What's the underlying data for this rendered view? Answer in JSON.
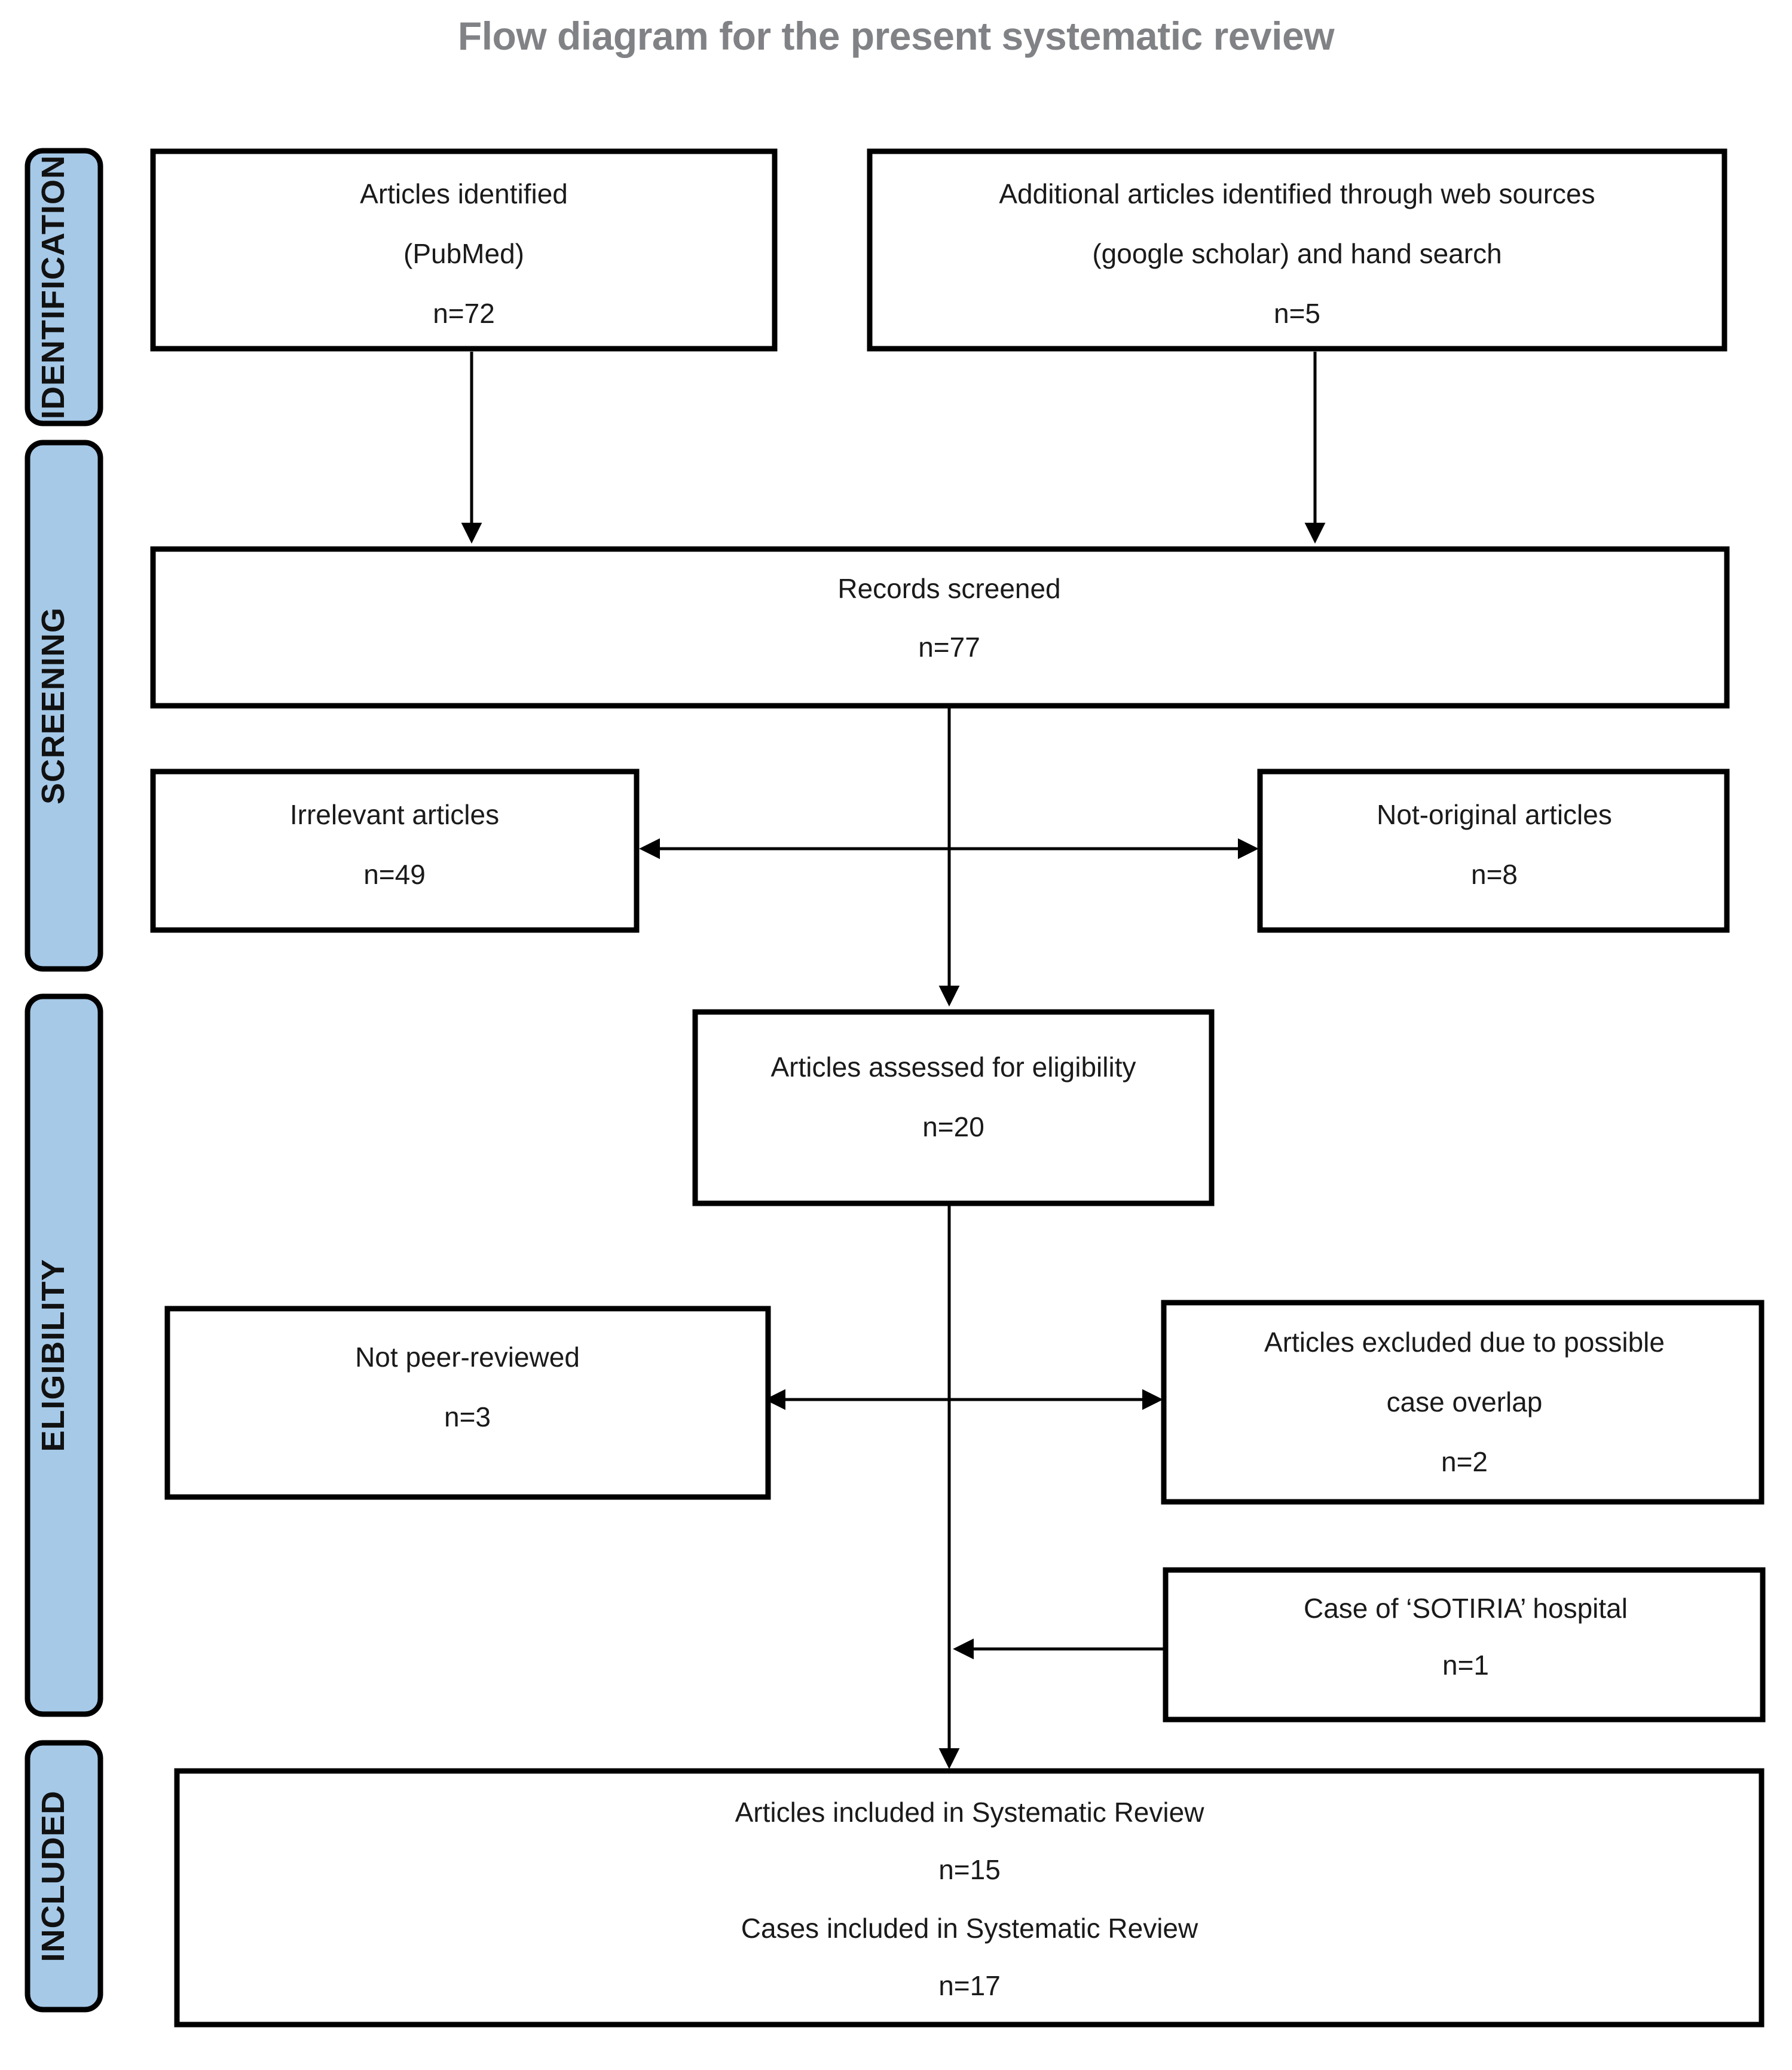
{
  "title": "Flow diagram for the present systematic review",
  "colors": {
    "stage_fill": "#a6c9e8",
    "stage_stroke": "#000000",
    "node_fill": "#ffffff",
    "node_stroke": "#000000",
    "title_color": "#808285",
    "connector": "#000000"
  },
  "stages": [
    {
      "label": "IDENTIFICATION"
    },
    {
      "label": "SCREENING"
    },
    {
      "label": "ELIGIBILITY"
    },
    {
      "label": "INCLUDED"
    }
  ],
  "nodes": {
    "pubmed": {
      "lines": [
        "Articles identified",
        "(PubMed)",
        "n=72"
      ],
      "line1": "Articles identified",
      "line2": "(PubMed)",
      "line3": "n=72"
    },
    "web_sources": {
      "lines": [
        "Additional articles identified through web sources",
        "(google scholar) and hand search",
        "n=5"
      ],
      "line1": "Additional articles identified through web sources",
      "line2": "(google scholar) and hand search",
      "line3": "n=5"
    },
    "records_screened": {
      "lines": [
        "Records screened",
        "n=77"
      ],
      "line1": "Records screened",
      "line2": "n=77"
    },
    "irrelevant": {
      "lines": [
        "Irrelevant articles",
        "n=49"
      ],
      "line1": "Irrelevant articles",
      "line2": "n=49"
    },
    "not_original": {
      "lines": [
        "Not-original articles",
        "n=8"
      ],
      "line1": "Not-original articles",
      "line2": "n=8"
    },
    "assessed": {
      "lines": [
        "Articles assessed for eligibility",
        "n=20"
      ],
      "line1": "Articles assessed for eligibility",
      "line2": "n=20"
    },
    "not_peer_reviewed": {
      "lines": [
        "Not peer-reviewed",
        "n=3"
      ],
      "line1": "Not peer-reviewed",
      "line2": "n=3"
    },
    "case_overlap": {
      "lines": [
        "Articles excluded due to possible",
        "case overlap",
        "n=2"
      ],
      "line1": "Articles excluded due to possible",
      "line2": "case overlap",
      "line3": "n=2"
    },
    "sotiria": {
      "lines": [
        "Case of ‘SOTIRIA’ hospital",
        "n=1"
      ],
      "line1": "Case of ‘SOTIRIA’ hospital",
      "line2": "n=1"
    },
    "included": {
      "lines": [
        "Articles included in Systematic Review",
        "n=15",
        "Cases included in Systematic Review",
        "n=17"
      ],
      "line1": "Articles included in Systematic Review",
      "line2": "n=15",
      "line3": "Cases included in Systematic Review",
      "line4": "n=17"
    }
  },
  "counts": {
    "pubmed": 72,
    "web_sources": 5,
    "records_screened": 77,
    "irrelevant": 49,
    "not_original": 8,
    "assessed": 20,
    "not_peer_reviewed": 3,
    "case_overlap": 2,
    "sotiria": 1,
    "articles_included": 15,
    "cases_included": 17
  }
}
